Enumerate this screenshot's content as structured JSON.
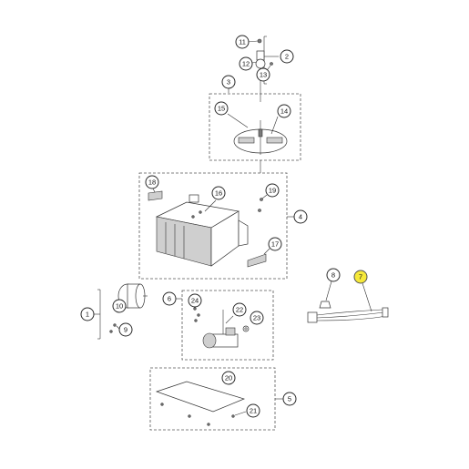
{
  "callouts": [
    {
      "id": "c1",
      "label": "1"
    },
    {
      "id": "c2",
      "label": "2"
    },
    {
      "id": "c3",
      "label": "3"
    },
    {
      "id": "c4",
      "label": "4"
    },
    {
      "id": "c5",
      "label": "5"
    },
    {
      "id": "c6",
      "label": "6"
    },
    {
      "id": "c7",
      "label": "7",
      "highlighted": true
    },
    {
      "id": "c8",
      "label": "8"
    },
    {
      "id": "c9",
      "label": "9"
    },
    {
      "id": "c10",
      "label": "10"
    },
    {
      "id": "c11",
      "label": "11"
    },
    {
      "id": "c12",
      "label": "12"
    },
    {
      "id": "c13",
      "label": "13"
    },
    {
      "id": "c14",
      "label": "14"
    },
    {
      "id": "c15",
      "label": "15"
    },
    {
      "id": "c16",
      "label": "16"
    },
    {
      "id": "c17",
      "label": "17"
    },
    {
      "id": "c18",
      "label": "18"
    },
    {
      "id": "c19",
      "label": "19"
    },
    {
      "id": "c20",
      "label": "20"
    },
    {
      "id": "c21",
      "label": "21"
    },
    {
      "id": "c22",
      "label": "22"
    },
    {
      "id": "c23",
      "label": "23"
    },
    {
      "id": "c24",
      "label": "24"
    }
  ],
  "colors": {
    "highlight": "#f6e93a",
    "line": "#333333"
  }
}
